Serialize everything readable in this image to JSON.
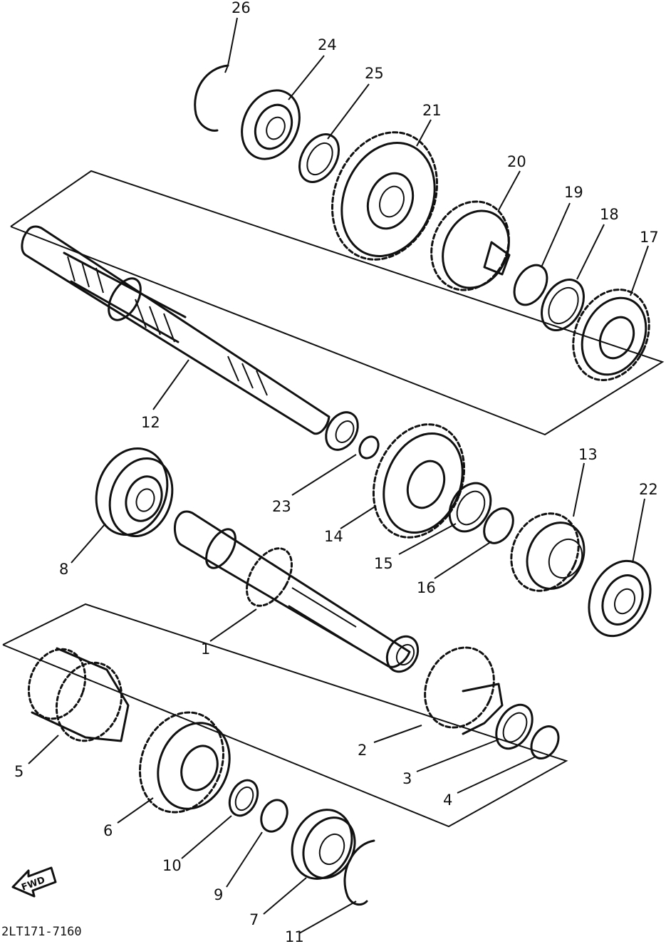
{
  "diagram": {
    "part_labels": [
      "26",
      "24",
      "25",
      "21",
      "20",
      "19",
      "18",
      "17",
      "12",
      "23",
      "14",
      "13",
      "22",
      "8",
      "15",
      "16",
      "1",
      "5",
      "2",
      "3",
      "4",
      "6",
      "10",
      "9",
      "7",
      "11"
    ],
    "forward_arrow_label": "FWD",
    "figure_code": "2LT171-7160"
  }
}
